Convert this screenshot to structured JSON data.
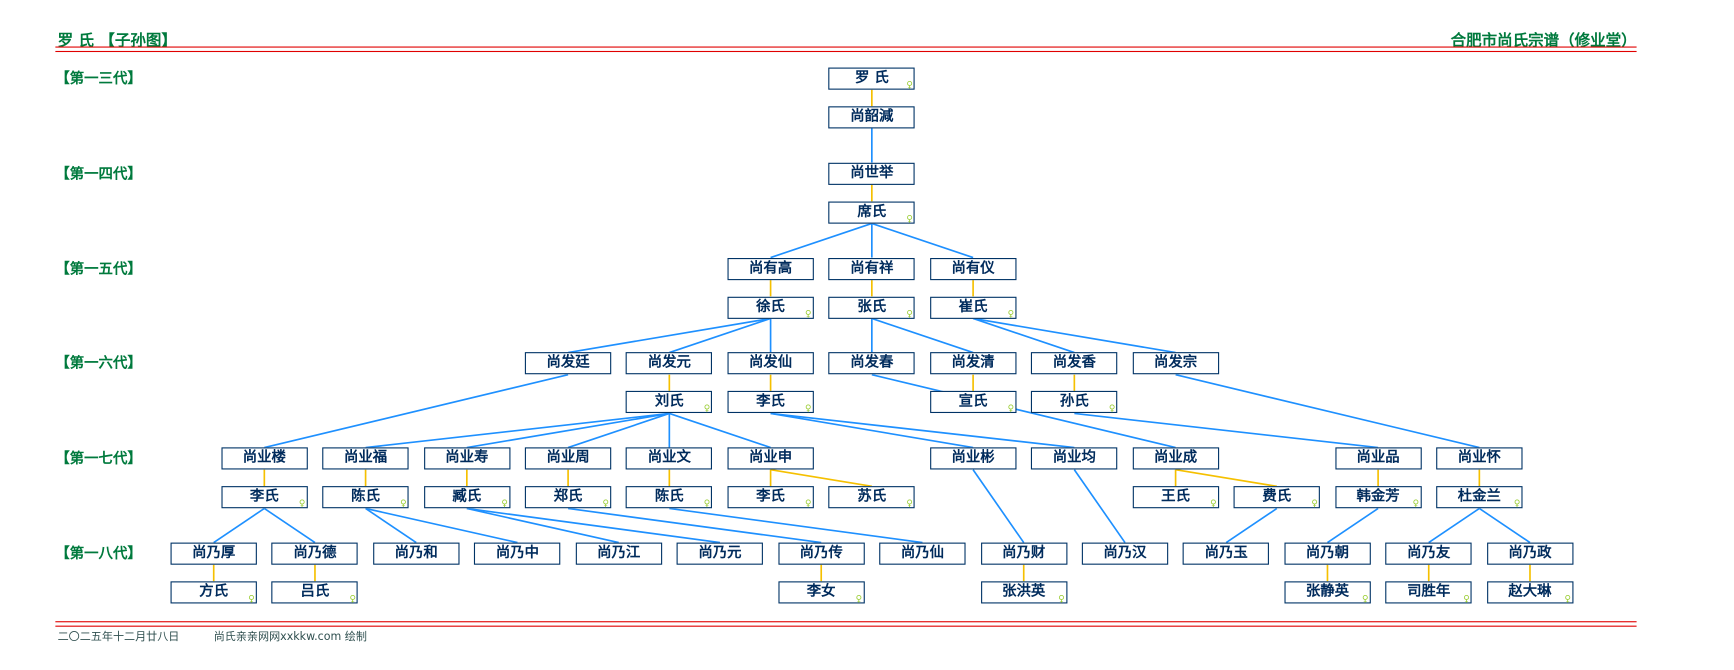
{
  "header": {
    "left_title": "罗 氏 【子孙图】",
    "right_title": "合肥市尚氏宗谱（修业堂）"
  },
  "generations": [
    "【第一三代】",
    "【第一四代】",
    "【第一五代】",
    "【第一六代】",
    "【第一七代】",
    "【第一八代】"
  ],
  "footer": {
    "date": "二〇二五年十二月廿八日",
    "credit": "尚氏亲亲网网xxkkw.com 绘制"
  },
  "colors": {
    "title": "#007a3d",
    "rule": "#e00000",
    "box_border": "#003366",
    "name": "#002b5c",
    "descent_line": "#1e90ff",
    "marriage_line": "#f5c000",
    "female_mark": "#9acd32"
  },
  "female_icon": "female-symbol-icon",
  "female_mark": "♀",
  "nodes": [
    {
      "id": "a1",
      "name": "罗 氏",
      "female": true
    },
    {
      "id": "a2",
      "name": "尚韶減"
    },
    {
      "id": "b1",
      "name": "尚世举"
    },
    {
      "id": "b2",
      "name": "席氏",
      "female": true
    },
    {
      "id": "c1",
      "name": "尚有高"
    },
    {
      "id": "c2",
      "name": "徐氏",
      "female": true
    },
    {
      "id": "c3",
      "name": "尚有祥"
    },
    {
      "id": "c4",
      "name": "张氏",
      "female": true
    },
    {
      "id": "c5",
      "name": "尚有仪"
    },
    {
      "id": "c6",
      "name": "崔氏",
      "female": true
    },
    {
      "id": "d1",
      "name": "尚发廷"
    },
    {
      "id": "d2",
      "name": "尚发元"
    },
    {
      "id": "d3",
      "name": "刘氏",
      "female": true
    },
    {
      "id": "d4",
      "name": "尚发仙"
    },
    {
      "id": "d5",
      "name": "李氏",
      "female": true
    },
    {
      "id": "d6",
      "name": "尚发春"
    },
    {
      "id": "d7",
      "name": "尚发清"
    },
    {
      "id": "d8",
      "name": "宣氏",
      "female": true
    },
    {
      "id": "d9",
      "name": "尚发香"
    },
    {
      "id": "d10",
      "name": "孙氏",
      "female": true
    },
    {
      "id": "d11",
      "name": "尚发宗"
    },
    {
      "id": "e1",
      "name": "尚业楼"
    },
    {
      "id": "e2",
      "name": "李氏",
      "female": true
    },
    {
      "id": "e3",
      "name": "尚业福"
    },
    {
      "id": "e4",
      "name": "陈氏",
      "female": true
    },
    {
      "id": "e5",
      "name": "尚业寿"
    },
    {
      "id": "e6",
      "name": "臧氏",
      "female": true
    },
    {
      "id": "e7",
      "name": "尚业周"
    },
    {
      "id": "e8",
      "name": "郑氏",
      "female": true
    },
    {
      "id": "e9",
      "name": "尚业文"
    },
    {
      "id": "e10",
      "name": "陈氏",
      "female": true
    },
    {
      "id": "e11",
      "name": "尚业申"
    },
    {
      "id": "e12",
      "name": "李氏",
      "female": true
    },
    {
      "id": "e13",
      "name": "苏氏",
      "female": true
    },
    {
      "id": "e14",
      "name": "尚业彬"
    },
    {
      "id": "e15",
      "name": "尚业均"
    },
    {
      "id": "e16",
      "name": "尚业成"
    },
    {
      "id": "e17",
      "name": "王氏",
      "female": true
    },
    {
      "id": "e18",
      "name": "费氏",
      "female": true
    },
    {
      "id": "e19",
      "name": "尚业品"
    },
    {
      "id": "e20",
      "name": "韩金芳",
      "female": true
    },
    {
      "id": "e21",
      "name": "尚业怀"
    },
    {
      "id": "e22",
      "name": "杜金兰",
      "female": true
    },
    {
      "id": "f1",
      "name": "尚乃厚"
    },
    {
      "id": "f2",
      "name": "方氏",
      "female": true
    },
    {
      "id": "f3",
      "name": "尚乃德"
    },
    {
      "id": "f4",
      "name": "吕氏",
      "female": true
    },
    {
      "id": "f5",
      "name": "尚乃和"
    },
    {
      "id": "f6",
      "name": "尚乃中"
    },
    {
      "id": "f7",
      "name": "尚乃江"
    },
    {
      "id": "f8",
      "name": "尚乃元"
    },
    {
      "id": "f9",
      "name": "尚乃传"
    },
    {
      "id": "f10",
      "name": "李女",
      "female": true
    },
    {
      "id": "f11",
      "name": "尚乃仙"
    },
    {
      "id": "f12",
      "name": "尚乃财"
    },
    {
      "id": "f13",
      "name": "张洪英",
      "female": true
    },
    {
      "id": "f14",
      "name": "尚乃汉"
    },
    {
      "id": "f15",
      "name": "尚乃玉"
    },
    {
      "id": "f16",
      "name": "尚乃朝"
    },
    {
      "id": "f17",
      "name": "张静英",
      "female": true
    },
    {
      "id": "f18",
      "name": "尚乃友"
    },
    {
      "id": "f19",
      "name": "司胜年",
      "female": true
    },
    {
      "id": "f20",
      "name": "尚乃政"
    },
    {
      "id": "f21",
      "name": "赵大琳",
      "female": true
    }
  ],
  "couples": [
    [
      "a1",
      "a2"
    ],
    [
      "b1",
      "b2"
    ],
    [
      "c1",
      "c2"
    ],
    [
      "c3",
      "c4"
    ],
    [
      "c5",
      "c6"
    ],
    [
      "d2",
      "d3"
    ],
    [
      "d4",
      "d5"
    ],
    [
      "d7",
      "d8"
    ],
    [
      "d9",
      "d10"
    ],
    [
      "e1",
      "e2"
    ],
    [
      "e3",
      "e4"
    ],
    [
      "e5",
      "e6"
    ],
    [
      "e7",
      "e8"
    ],
    [
      "e9",
      "e10"
    ],
    [
      "e11",
      "e12"
    ],
    [
      "e11",
      "e13"
    ],
    [
      "e16",
      "e17"
    ],
    [
      "e16",
      "e18"
    ],
    [
      "e19",
      "e20"
    ],
    [
      "e21",
      "e22"
    ],
    [
      "f1",
      "f2"
    ],
    [
      "f3",
      "f4"
    ],
    [
      "f9",
      "f10"
    ],
    [
      "f12",
      "f13"
    ],
    [
      "f16",
      "f17"
    ],
    [
      "f18",
      "f19"
    ],
    [
      "f20",
      "f21"
    ]
  ],
  "children": [
    [
      "a2",
      "b1"
    ],
    [
      "b2",
      "c1"
    ],
    [
      "b2",
      "c3"
    ],
    [
      "b2",
      "c5"
    ],
    [
      "c2",
      "d1"
    ],
    [
      "c2",
      "d2"
    ],
    [
      "c2",
      "d4"
    ],
    [
      "c4",
      "d6"
    ],
    [
      "c4",
      "d7"
    ],
    [
      "c6",
      "d9"
    ],
    [
      "c6",
      "d11"
    ],
    [
      "d1",
      "e1"
    ],
    [
      "d3",
      "e3"
    ],
    [
      "d3",
      "e5"
    ],
    [
      "d3",
      "e7"
    ],
    [
      "d3",
      "e9"
    ],
    [
      "d3",
      "e11"
    ],
    [
      "d5",
      "e14"
    ],
    [
      "d5",
      "e15"
    ],
    [
      "d6",
      "e16"
    ],
    [
      "d10",
      "e19"
    ],
    [
      "d11",
      "e21"
    ],
    [
      "e2",
      "f1"
    ],
    [
      "e2",
      "f3"
    ],
    [
      "e4",
      "f5"
    ],
    [
      "e4",
      "f6"
    ],
    [
      "e6",
      "f7"
    ],
    [
      "e6",
      "f8"
    ],
    [
      "e8",
      "f9"
    ],
    [
      "e10",
      "f11"
    ],
    [
      "e14",
      "f12"
    ],
    [
      "e15",
      "f14"
    ],
    [
      "e18",
      "f15"
    ],
    [
      "e20",
      "f16"
    ],
    [
      "e22",
      "f18"
    ],
    [
      "e22",
      "f20"
    ]
  ]
}
